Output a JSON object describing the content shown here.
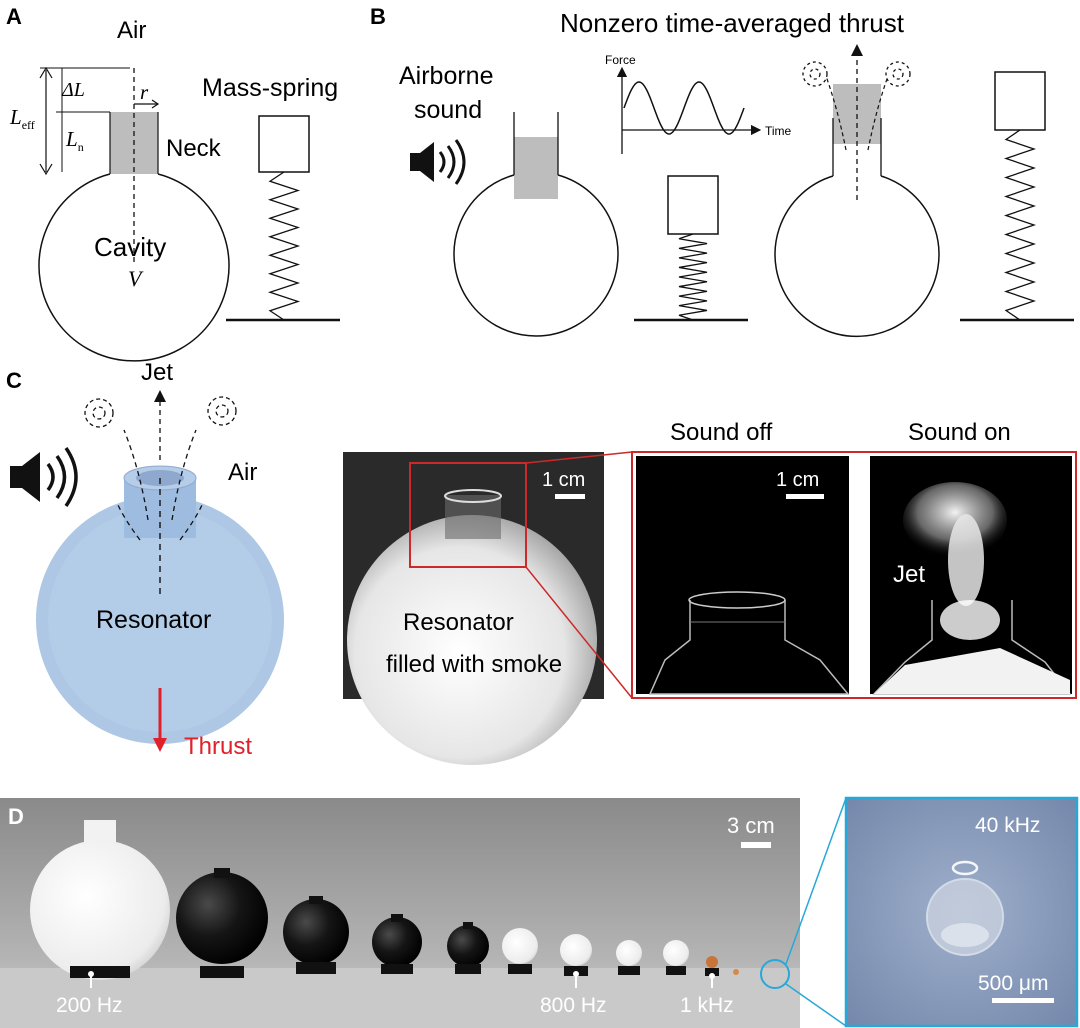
{
  "panelA": {
    "letter": "A",
    "air": "Air",
    "delta_l": "ΔL",
    "r": "r",
    "l_eff_main": "L",
    "l_eff_sub": "eff",
    "l_n_main": "L",
    "l_n_sub": "n",
    "neck": "Neck",
    "cavity": "Cavity",
    "volume": "V",
    "mass_spring": "Mass-spring"
  },
  "panelB": {
    "letter": "B",
    "title": "Nonzero time-averaged thrust",
    "airborne_sound_line1": "Airborne",
    "airborne_sound_line2": "sound",
    "force": "Force",
    "time": "Time"
  },
  "panelC": {
    "letter": "C",
    "jet": "Jet",
    "air": "Air",
    "resonator": "Resonator",
    "thrust": "Thrust",
    "photo_line1": "Resonator",
    "photo_line2": "filled with smoke",
    "scale": "1 cm",
    "sound_off": "Sound off",
    "sound_on": "Sound on",
    "scale2": "1 cm",
    "jet_photo": "Jet"
  },
  "panelD": {
    "letter": "D",
    "scale": "3 cm",
    "f200": "200 Hz",
    "f800": "800 Hz",
    "f1k": "1 kHz",
    "f40k": "40 kHz",
    "scale_um": "500 μm"
  },
  "colors": {
    "thrust": "#e0202a",
    "highlight_box": "#cc2a2a",
    "zoom_box": "#28a8d8",
    "resonator_fill": "#a9c4e4",
    "neck_gray": "#bdbdbd"
  }
}
